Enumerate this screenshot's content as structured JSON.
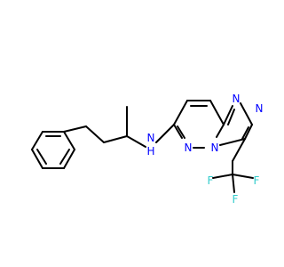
{
  "colors": {
    "carbon_bond": "#000000",
    "nitrogen": "#0000ff",
    "fluorine": "#33cccc",
    "background": "#ffffff"
  },
  "atoms": [
    {
      "id": "F1",
      "label": "F",
      "element": "fluorine"
    },
    {
      "id": "F2",
      "label": "F",
      "element": "fluorine"
    },
    {
      "id": "F3",
      "label": "F",
      "element": "fluorine"
    },
    {
      "id": "N_tr1",
      "label": "N",
      "element": "nitrogen"
    },
    {
      "id": "N_tr2",
      "label": "N",
      "element": "nitrogen"
    },
    {
      "id": "N_fused",
      "label": "N",
      "element": "nitrogen"
    },
    {
      "id": "N_pyr",
      "label": "N",
      "element": "nitrogen"
    },
    {
      "id": "NH",
      "label": "N",
      "element": "nitrogen"
    },
    {
      "id": "H",
      "label": "H",
      "element": "nitrogen"
    }
  ]
}
